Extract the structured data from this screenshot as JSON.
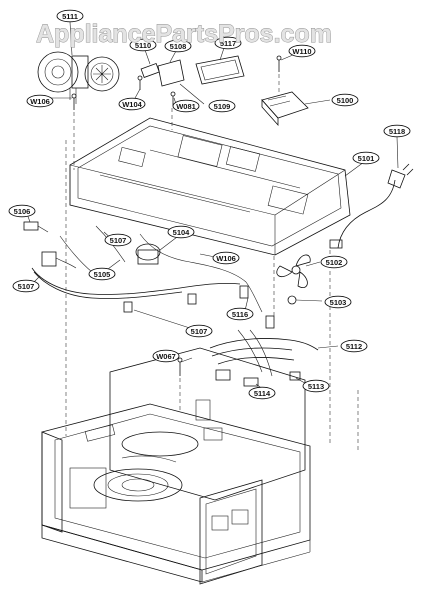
{
  "watermark": "AppliancePartsPros.com",
  "part_labels": {
    "l5111": "5111",
    "l5110": "5110",
    "l5108": "5108",
    "l5117": "5117",
    "lW110": "W110",
    "lW104": "W104",
    "lW081": "W081",
    "l5109": "5109",
    "l5100": "5100",
    "lW106a": "W106",
    "l5118": "5118",
    "l5101": "5101",
    "l5106": "5106",
    "l5107a": "5107",
    "l5104": "5104",
    "lW106b": "W106",
    "l5102": "5102",
    "l5105": "5105",
    "l5107b": "5107",
    "l5103": "5103",
    "l5116": "5116",
    "l5107c": "5107",
    "lW067": "W067",
    "l5112": "5112",
    "l5113": "5113",
    "l5114": "5114"
  }
}
